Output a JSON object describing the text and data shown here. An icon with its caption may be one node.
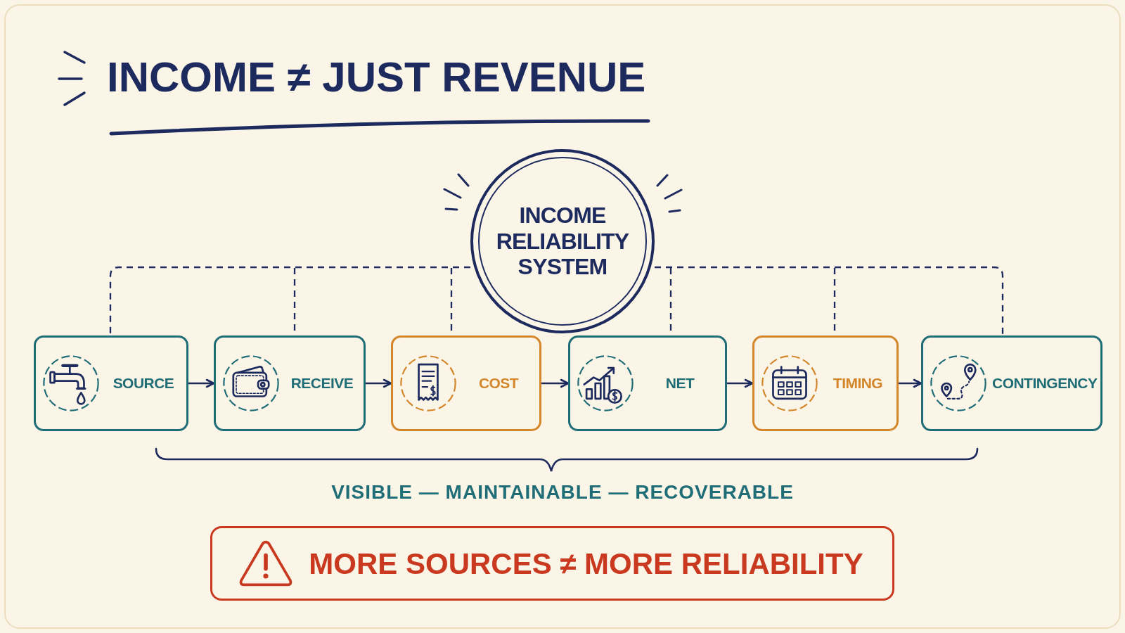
{
  "diagram": {
    "title": "INCOME ≠ JUST REVENUE",
    "nodes": [
      {
        "text": [
          "INCOME RELIABILITY SYSTEM"
        ]
      },
      {
        "text": [
          "SOURCE"
        ]
      },
      {
        "text": [
          "RECEIVE"
        ]
      },
      {
        "text": [
          "COST"
        ]
      },
      {
        "text": [
          "NET"
        ]
      },
      {
        "text": [
          "TIMING"
        ]
      },
      {
        "text": [
          "CONTINGENCY"
        ]
      },
      {
        "text": [
          "MORE SOURCES ≠ MORE RELIABILITY"
        ]
      }
    ],
    "edges": [
      {
        "from": 0,
        "to": 1,
        "arrow": "none",
        "style": "dashed"
      },
      {
        "from": 0,
        "to": 2,
        "arrow": "none",
        "style": "dashed"
      },
      {
        "from": 0,
        "to": 3,
        "arrow": "none",
        "style": "dashed"
      },
      {
        "from": 0,
        "to": 4,
        "arrow": "none",
        "style": "dashed"
      },
      {
        "from": 0,
        "to": 5,
        "arrow": "none",
        "style": "dashed"
      },
      {
        "from": 0,
        "to": 6,
        "arrow": "none",
        "style": "dashed"
      },
      {
        "from": 1,
        "to": 2,
        "arrow": "to"
      },
      {
        "from": 2,
        "to": 3,
        "arrow": "to"
      },
      {
        "from": 3,
        "to": 4,
        "arrow": "to"
      },
      {
        "from": 4,
        "to": 5,
        "arrow": "to"
      },
      {
        "from": 5,
        "to": 6,
        "arrow": "to"
      }
    ],
    "labels": [
      "VISIBLE — MAINTAINABLE — RECOVERABLE"
    ]
  }
}
